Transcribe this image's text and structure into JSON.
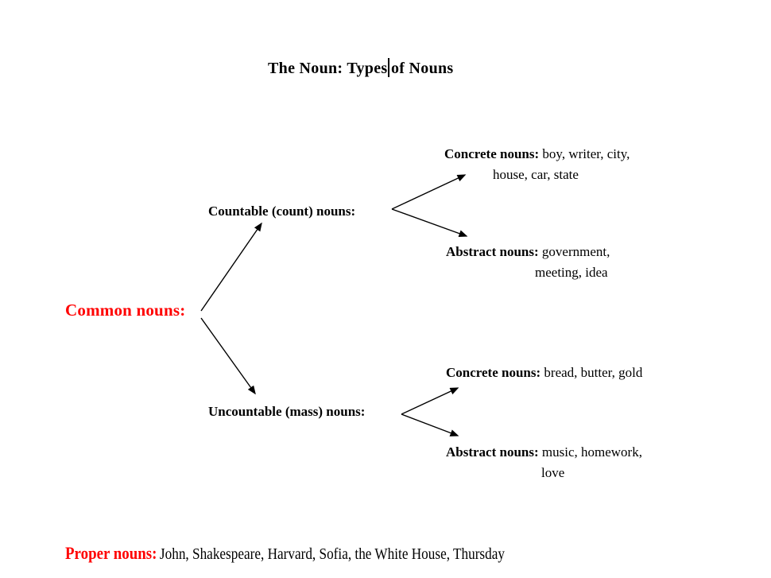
{
  "page": {
    "background": "#ffffff",
    "accent_red": "#ff0000",
    "text_color": "#000000"
  },
  "title": {
    "full": "The Noun: Types of Nouns",
    "before_cursor": "The Noun: Types",
    "after_cursor": "of Nouns"
  },
  "tree": {
    "root": {
      "label": "Common nouns:",
      "color": "#ff0000"
    },
    "branches": [
      {
        "label": "Countable (count) nouns:",
        "children": [
          {
            "label": "Concrete nouns:",
            "text_line1": "boy, writer, city,",
            "text_line2": "house, car, state"
          },
          {
            "label": "Abstract nouns:",
            "text_line1": "government,",
            "text_line2": "meeting, idea"
          }
        ]
      },
      {
        "label": "Uncountable (mass) nouns:",
        "children": [
          {
            "label": "Concrete nouns:",
            "text_line1": "bread, butter, gold",
            "text_line2": ""
          },
          {
            "label": "Abstract nouns:",
            "text_line1": "music, homework,",
            "text_line2": "love"
          }
        ]
      }
    ]
  },
  "footer": {
    "label": "Proper nouns:",
    "text": "John, Shakespeare, Harvard, Sofia, the White House, Thursday"
  }
}
